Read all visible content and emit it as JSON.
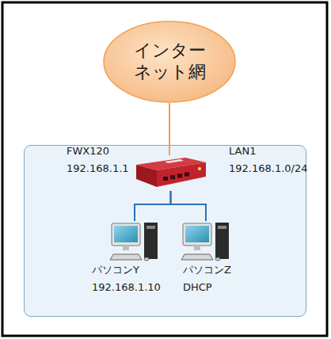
{
  "diagram": {
    "nodes": [
      {
        "text": [
          "インター ネット網"
        ]
      },
      {
        "text": [
          "LAN1 192.168.1.0/24"
        ]
      },
      {
        "text": [
          "FWX120 192.168.1.1"
        ],
        "in": 1
      },
      {
        "text": [
          "パソコンY 192.168.1.10"
        ],
        "in": 1
      },
      {
        "text": [
          "パソコンZ DHCP"
        ],
        "in": 1
      }
    ],
    "edges": [
      {
        "from": 0,
        "to": 2,
        "arrow": "none"
      },
      {
        "from": 2,
        "to": 3,
        "arrow": "none"
      },
      {
        "from": 2,
        "to": 4,
        "arrow": "none"
      }
    ]
  }
}
